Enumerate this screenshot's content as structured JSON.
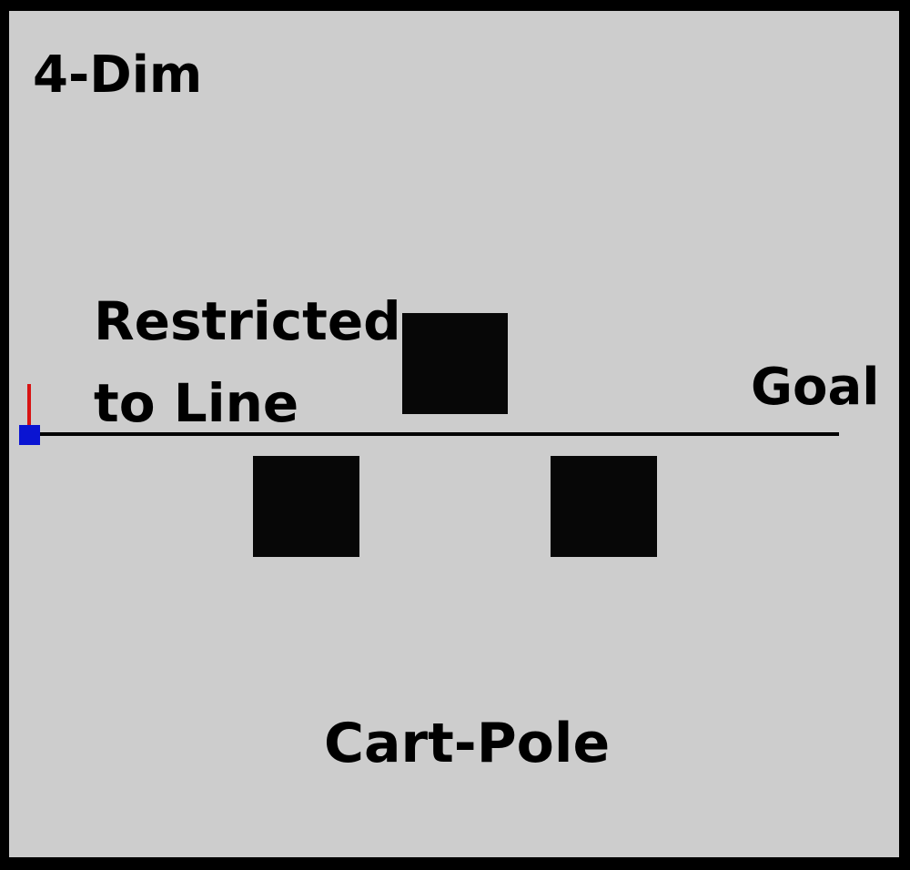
{
  "labels": {
    "dimension": "4-Dim",
    "restriction_line1": "Restricted",
    "restriction_line2": "to Line",
    "goal": "Goal",
    "system": "Cart-Pole"
  },
  "colors": {
    "background": "#cdcdcd",
    "border": "#000000",
    "obstacle": "#070707",
    "track_line": "#000000",
    "pole": "#d81313",
    "cart": "#0a14d2"
  },
  "obstacle_count": 3
}
